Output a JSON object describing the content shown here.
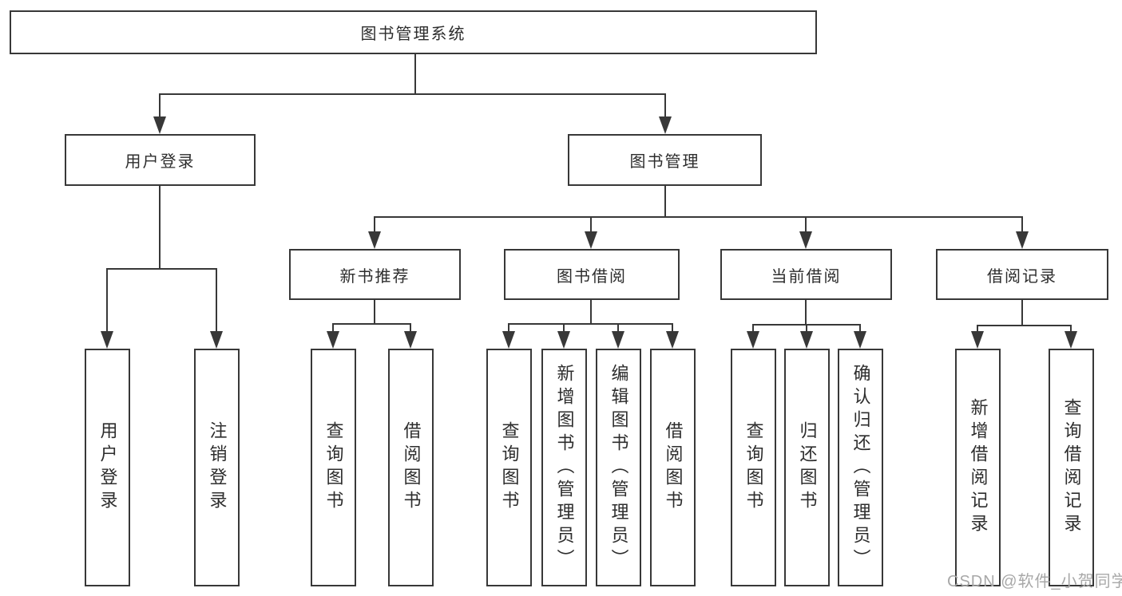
{
  "tree": {
    "root": "图书管理系统",
    "children": [
      {
        "label": "用户登录",
        "children": [
          {
            "label": "用户登录"
          },
          {
            "label": "注销登录"
          }
        ]
      },
      {
        "label": "图书管理",
        "children": [
          {
            "label": "新书推荐",
            "children": [
              {
                "label": "查询图书"
              },
              {
                "label": "借阅图书"
              }
            ]
          },
          {
            "label": "图书借阅",
            "children": [
              {
                "label": "查询图书"
              },
              {
                "label": "新增图书（管理员）"
              },
              {
                "label": "编辑图书（管理员）"
              },
              {
                "label": "借阅图书"
              }
            ]
          },
          {
            "label": "当前借阅",
            "children": [
              {
                "label": "查询图书"
              },
              {
                "label": "归还图书"
              },
              {
                "label": "确认归还（管理员）"
              }
            ]
          },
          {
            "label": "借阅记录",
            "children": [
              {
                "label": "新增借阅记录"
              },
              {
                "label": "查询借阅记录"
              }
            ]
          }
        ]
      }
    ]
  },
  "watermark": "CSDN @软件_小贺同学",
  "colors": {
    "ink": "#383838",
    "watermark": "#a8a8a8",
    "background": "#ffffff"
  }
}
